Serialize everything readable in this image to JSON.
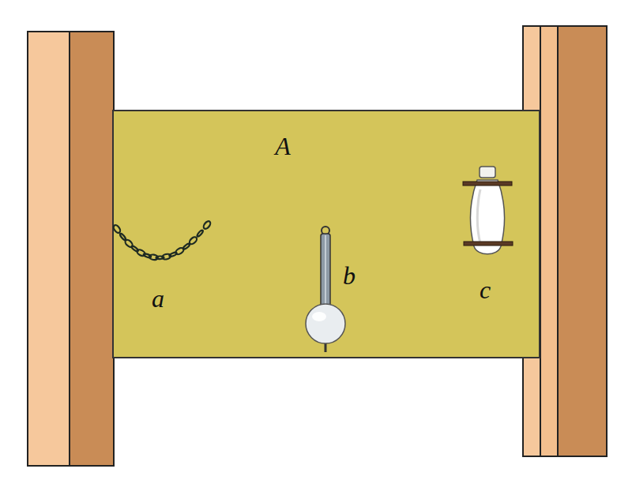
{
  "diagram": {
    "nodes": [
      {
        "text": [
          "A"
        ]
      }
    ],
    "labels": [
      "a",
      "b",
      "c"
    ]
  }
}
